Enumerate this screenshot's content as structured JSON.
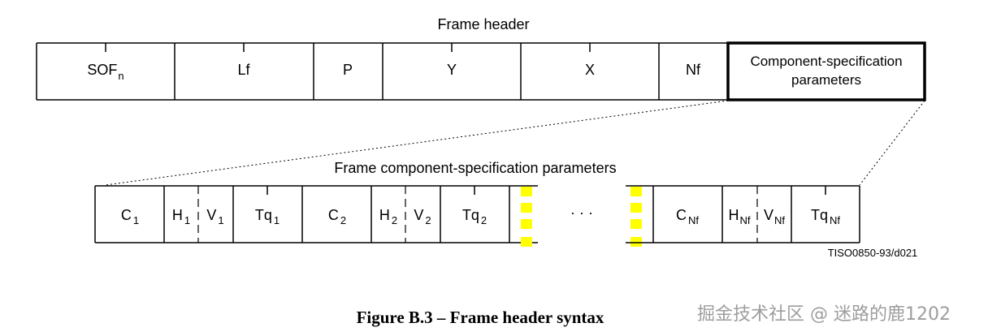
{
  "frame_header": {
    "title": "Frame header",
    "fields": [
      {
        "main": "SOF",
        "sub": "n"
      },
      {
        "main": "Lf",
        "sub": ""
      },
      {
        "main": "P",
        "sub": ""
      },
      {
        "main": "Y",
        "sub": ""
      },
      {
        "main": "X",
        "sub": ""
      },
      {
        "main": "Nf",
        "sub": ""
      }
    ],
    "component_box": {
      "line1": "Component-specification",
      "line2": "parameters"
    }
  },
  "component_params": {
    "title": "Frame component-specification parameters",
    "group1": [
      {
        "main": "C",
        "sub": "1"
      },
      {
        "main": "H",
        "sub": "1"
      },
      {
        "main": "V",
        "sub": "1"
      },
      {
        "main": "Tq",
        "sub": "1"
      },
      {
        "main": "C",
        "sub": "2"
      },
      {
        "main": "H",
        "sub": "2"
      },
      {
        "main": "V",
        "sub": "2"
      },
      {
        "main": "Tq",
        "sub": "2"
      }
    ],
    "ellipsis": "· · ·",
    "group2": [
      {
        "main": "C",
        "sub": "Nf"
      },
      {
        "main": "H",
        "sub": "Nf"
      },
      {
        "main": "V",
        "sub": "Nf"
      },
      {
        "main": "Tq",
        "sub": "Nf"
      }
    ]
  },
  "id_code": "TISO0850-93/d021",
  "caption": "Figure B.3 – Frame header syntax",
  "watermark": "掘金技术社区 @ 迷路的鹿1202",
  "colors": {
    "marker": "#ffff00",
    "stroke": "#000000"
  }
}
